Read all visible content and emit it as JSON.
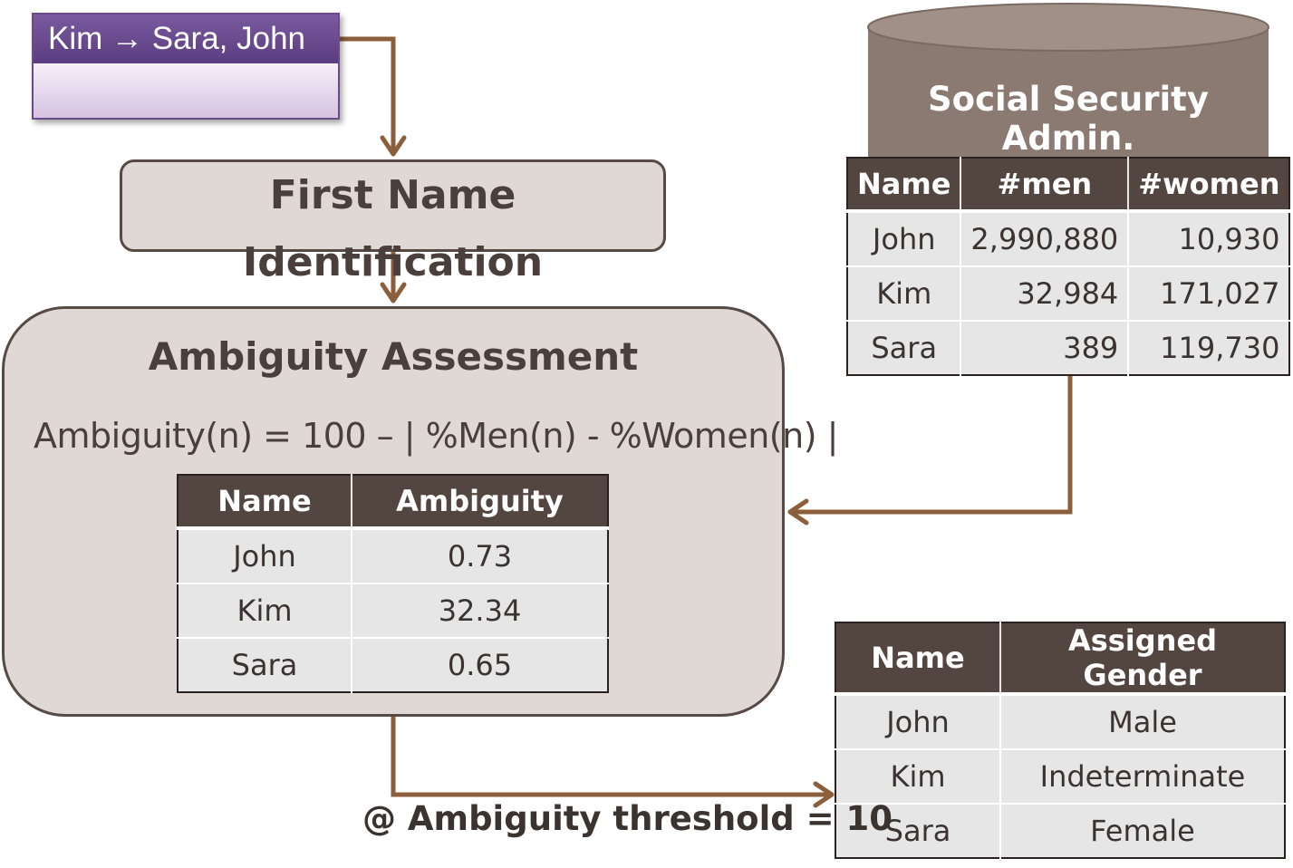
{
  "input_box": {
    "label": "Kim → Sara, John"
  },
  "first_name_identification": {
    "title": "First Name Identification"
  },
  "ambiguity_assessment": {
    "title": "Ambiguity Assessment",
    "formula": "Ambiguity(n) = 100 – | %Men(n) - %Women(n) |",
    "table": {
      "headers": [
        "Name",
        "Ambiguity"
      ],
      "rows": [
        [
          "John",
          "0.73"
        ],
        [
          "Kim",
          "32.34"
        ],
        [
          "Sara",
          "0.65"
        ]
      ]
    }
  },
  "database": {
    "label": "Social Security Admin.",
    "table": {
      "headers": [
        "Name",
        "#men",
        "#women"
      ],
      "rows": [
        [
          "John",
          "2,990,880",
          "10,930"
        ],
        [
          "Kim",
          "32,984",
          "171,027"
        ],
        [
          "Sara",
          "389",
          "119,730"
        ]
      ]
    }
  },
  "output": {
    "threshold_label": "@ Ambiguity threshold = 10",
    "table": {
      "headers": [
        "Name",
        "Assigned Gender"
      ],
      "rows": [
        [
          "John",
          "Male"
        ],
        [
          "Kim",
          "Indeterminate"
        ],
        [
          "Sara",
          "Female"
        ]
      ]
    }
  },
  "colors": {
    "arrow": "#8b5e3c",
    "box_fill": "#e0d8d4",
    "header_fill": "#534540",
    "db_fill": "#8a7a72",
    "input_header": "#5f4285"
  }
}
